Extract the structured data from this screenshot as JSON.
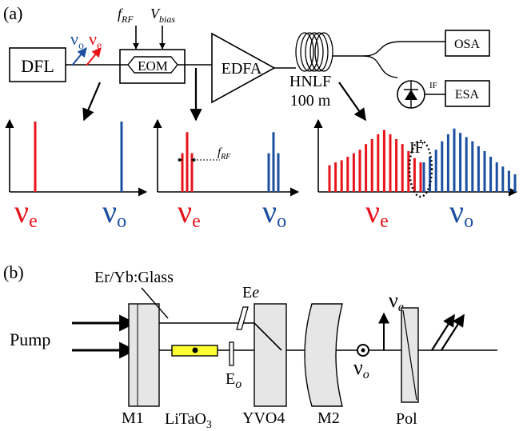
{
  "panel_a": {
    "label": "(a)",
    "dfl": "DFL",
    "eom": "EOM",
    "edfa": "EDFA",
    "hnlf": "HNLF",
    "hnlf_length": "100 m",
    "osa": "OSA",
    "esa": "ESA",
    "if_small": "IF",
    "if_label": "IF",
    "f_rf_in": "f",
    "f_rf_in_sub": "RF",
    "v_bias": "V",
    "v_bias_sub": "bias",
    "nu_o_sym": "ν",
    "nu_o_sub": "o",
    "nu_e_sym": "ν",
    "nu_e_sub": "e",
    "spec_frf": "f",
    "spec_frf_sub": "RF"
  },
  "spectra": [
    {
      "red": [
        1.0
      ],
      "blue": [
        1.0
      ]
    },
    {
      "red": [
        0.55,
        0.85,
        0.55
      ],
      "blue": [
        0.55,
        0.85,
        0.55
      ]
    },
    {
      "red": [
        0.38,
        0.42,
        0.45,
        0.5,
        0.55,
        0.6,
        0.68,
        0.75,
        0.82,
        0.88,
        0.82,
        0.75,
        0.68,
        0.58,
        0.48,
        0.42
      ],
      "blue": [
        0.42,
        0.5,
        0.6,
        0.72,
        0.82,
        0.9,
        0.84,
        0.78,
        0.72,
        0.65,
        0.58,
        0.5,
        0.42,
        0.36,
        0.3,
        0.25
      ]
    }
  ],
  "panel_b": {
    "label": "(b)",
    "glass": "Er/Yb:Glass",
    "pump": "Pump",
    "ee": "E",
    "ee_sub": "e",
    "eo": "E",
    "eo_sub": "o",
    "nu_e": "ν",
    "nu_e_sub": "e",
    "nu_o": "ν",
    "nu_o_sub": "o",
    "m1": "M1",
    "crystal": "LiTaO",
    "crystal_sub": "3",
    "yvo4": "YVO4",
    "m2": "M2",
    "pol": "Pol"
  },
  "colors": {
    "red": "#e8141c",
    "blue": "#1c4fa0",
    "yellow": "#ffff33",
    "gray": "#e6e6e6"
  }
}
